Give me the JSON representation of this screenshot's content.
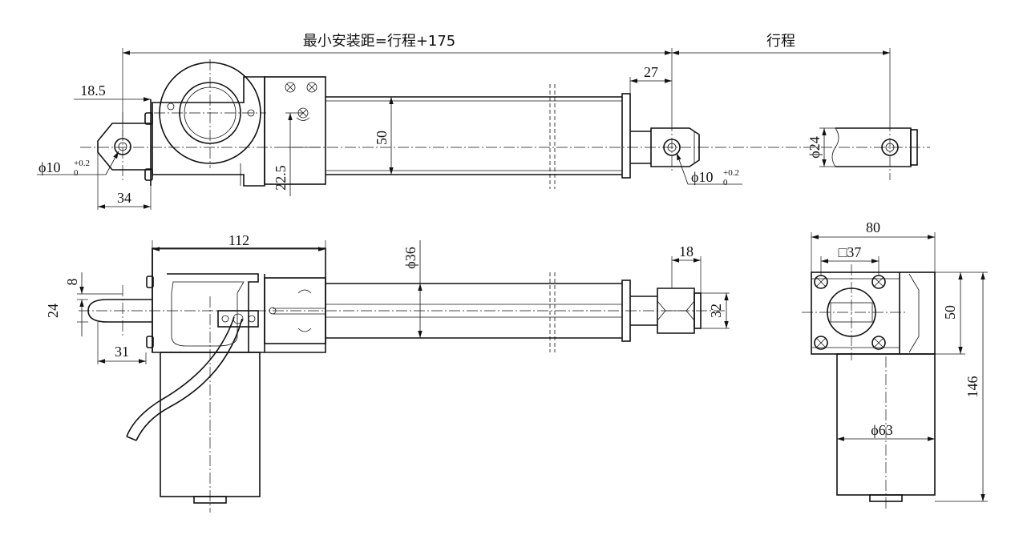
{
  "top_view": {
    "min_install_label": "最小安装距=行程+175",
    "stroke_label": "行程",
    "dim_27": "27",
    "dim_18_5": "18.5",
    "dim_50": "50",
    "dim_22_5": "22.5",
    "dim_34": "34",
    "dim_phi24": "ϕ24",
    "hole_left": {
      "main": "ϕ10",
      "upper": "+0.2",
      "lower": "0"
    },
    "hole_right": {
      "main": "ϕ10",
      "upper": "+0.2",
      "lower": "0"
    }
  },
  "side_view": {
    "dim_112": "112",
    "dim_phi36": "ϕ36",
    "dim_18": "18",
    "dim_8": "8",
    "dim_24": "24",
    "dim_31": "31",
    "dim_32": "32"
  },
  "end_view": {
    "dim_80": "80",
    "dim_sq37": "□37",
    "dim_50": "50",
    "dim_146": "146",
    "dim_phi63": "ϕ63"
  }
}
